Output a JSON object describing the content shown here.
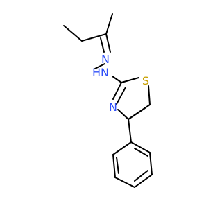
{
  "molecule": {
    "atom_labels": {
      "n_imine": "N",
      "nh": "HN",
      "s_ring": "S",
      "n_ring": "N"
    },
    "colors": {
      "nitrogen": "#3050F8",
      "sulfur": "#C8A000",
      "carbon_bond": "#000000"
    }
  }
}
